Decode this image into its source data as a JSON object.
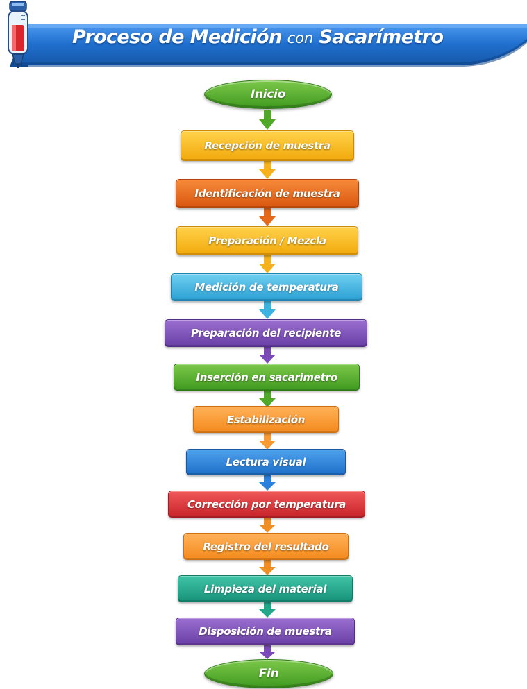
{
  "header": {
    "title_part1": "Proceso de Medición",
    "title_connector": "con",
    "title_part2": "Sacarímetro",
    "icon": "thermometer-icon",
    "banner_color": "#1f6fce"
  },
  "flowchart": {
    "start": {
      "label": "Inicio",
      "color": "#4fa82a"
    },
    "steps": [
      {
        "label": "Recepción de muestra",
        "color": "#f6b21c"
      },
      {
        "label": "Identificación de muestra",
        "color": "#e5691d"
      },
      {
        "label": "Preparación / Mezcla",
        "color": "#f6b21c"
      },
      {
        "label": "Medición de temperatura",
        "color": "#3bb4e2"
      },
      {
        "label": "Preparación del recipiente",
        "color": "#7a4bb8"
      },
      {
        "label": "Inserción en sacarimetro",
        "color": "#4fa82a"
      },
      {
        "label": "Estabilización",
        "color": "#f79a35"
      },
      {
        "label": "Lectura visual",
        "color": "#2b82dc"
      },
      {
        "label": "Corrección por temperatura",
        "color": "#d7373a"
      },
      {
        "label": "Registro del resultado",
        "color": "#f08e24"
      },
      {
        "label": "Limpieza del material",
        "color": "#21a88b"
      },
      {
        "label": "Disposición de muestra",
        "color": "#7a4bb8"
      }
    ],
    "end": {
      "label": "Fin",
      "color": "#4fa82a"
    }
  }
}
